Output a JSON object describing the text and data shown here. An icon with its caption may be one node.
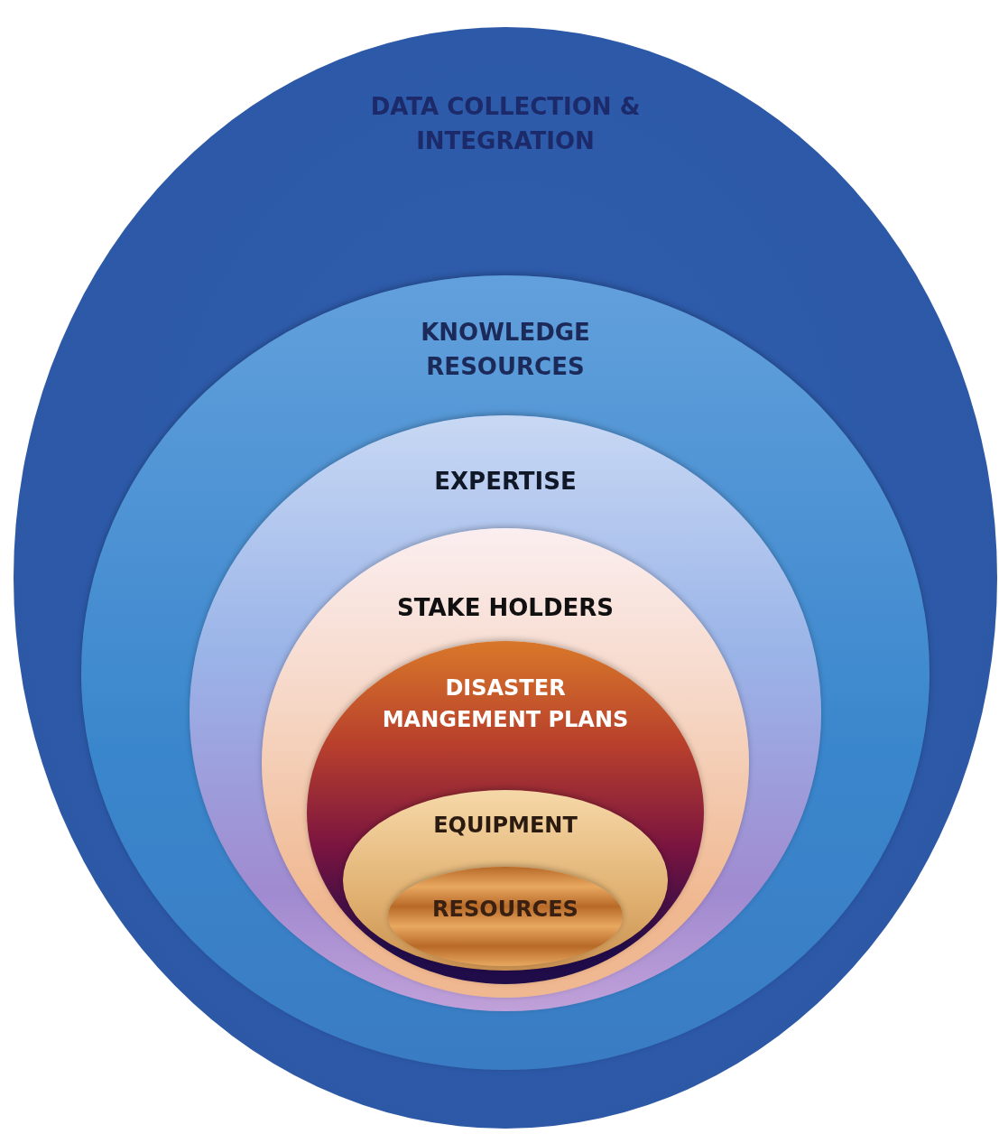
{
  "diagram": {
    "nodes": [
      {
        "text": [
          "DATA COLLECTION & INTEGRATION"
        ]
      },
      {
        "text": [
          "KNOWLEDGE RESOURCES"
        ],
        "in": 0
      },
      {
        "text": [
          "EXPERTISE"
        ],
        "in": 1
      },
      {
        "text": [
          "STAKE HOLDERS"
        ],
        "in": 2
      },
      {
        "text": [
          "DISASTER MANGEMENT PLANS"
        ],
        "in": 3
      },
      {
        "text": [
          "EQUIPMENT"
        ],
        "in": 4
      },
      {
        "text": [
          "RESOURCES"
        ],
        "in": 5
      }
    ]
  }
}
